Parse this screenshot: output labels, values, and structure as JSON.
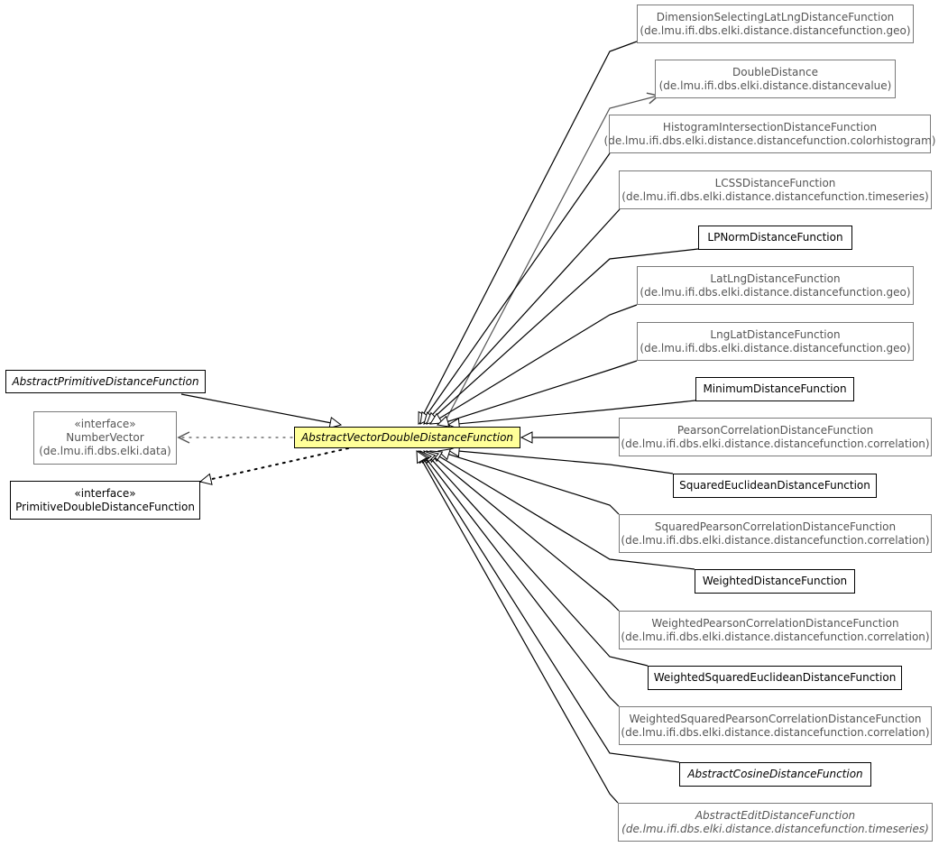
{
  "center": {
    "name": "AbstractVectorDoubleDistanceFunction",
    "italic": true
  },
  "supertypes": [
    {
      "id": "sup-1",
      "stereotype": "",
      "name": "AbstractPrimitiveDistanceFunction",
      "package": "",
      "italic": true,
      "external": false,
      "relation": "extends"
    },
    {
      "id": "sup-2",
      "stereotype": "«interface»",
      "name": "NumberVector",
      "package": "(de.lmu.ifi.dbs.elki.data)",
      "italic": false,
      "external": true,
      "relation": "uses"
    },
    {
      "id": "sup-3",
      "stereotype": "«interface»",
      "name": "PrimitiveDoubleDistanceFunction",
      "package": "",
      "italic": false,
      "external": false,
      "relation": "implements"
    }
  ],
  "subtypes": [
    {
      "id": "sub-1",
      "name": "DimensionSelectingLatLngDistanceFunction",
      "package": "(de.lmu.ifi.dbs.elki.distance.distancefunction.geo)",
      "italic": false,
      "external": true,
      "relation": "extends"
    },
    {
      "id": "sub-2",
      "name": "DoubleDistance",
      "package": "(de.lmu.ifi.dbs.elki.distance.distancevalue)",
      "italic": false,
      "external": true,
      "relation": "uses"
    },
    {
      "id": "sub-3",
      "name": "HistogramIntersectionDistanceFunction",
      "package": "(de.lmu.ifi.dbs.elki.distance.distancefunction.colorhistogram)",
      "italic": false,
      "external": true,
      "relation": "extends"
    },
    {
      "id": "sub-4",
      "name": "LCSSDistanceFunction",
      "package": "(de.lmu.ifi.dbs.elki.distance.distancefunction.timeseries)",
      "italic": false,
      "external": true,
      "relation": "extends"
    },
    {
      "id": "sub-5",
      "name": "LPNormDistanceFunction",
      "package": "",
      "italic": false,
      "external": false,
      "relation": "extends"
    },
    {
      "id": "sub-6",
      "name": "LatLngDistanceFunction",
      "package": "(de.lmu.ifi.dbs.elki.distance.distancefunction.geo)",
      "italic": false,
      "external": true,
      "relation": "extends"
    },
    {
      "id": "sub-7",
      "name": "LngLatDistanceFunction",
      "package": "(de.lmu.ifi.dbs.elki.distance.distancefunction.geo)",
      "italic": false,
      "external": true,
      "relation": "extends"
    },
    {
      "id": "sub-8",
      "name": "MinimumDistanceFunction",
      "package": "",
      "italic": false,
      "external": false,
      "relation": "extends"
    },
    {
      "id": "sub-9",
      "name": "PearsonCorrelationDistanceFunction",
      "package": "(de.lmu.ifi.dbs.elki.distance.distancefunction.correlation)",
      "italic": false,
      "external": true,
      "relation": "extends"
    },
    {
      "id": "sub-10",
      "name": "SquaredEuclideanDistanceFunction",
      "package": "",
      "italic": false,
      "external": false,
      "relation": "extends"
    },
    {
      "id": "sub-11",
      "name": "SquaredPearsonCorrelationDistanceFunction",
      "package": "(de.lmu.ifi.dbs.elki.distance.distancefunction.correlation)",
      "italic": false,
      "external": true,
      "relation": "extends"
    },
    {
      "id": "sub-12",
      "name": "WeightedDistanceFunction",
      "package": "",
      "italic": false,
      "external": false,
      "relation": "extends"
    },
    {
      "id": "sub-13",
      "name": "WeightedPearsonCorrelationDistanceFunction",
      "package": "(de.lmu.ifi.dbs.elki.distance.distancefunction.correlation)",
      "italic": false,
      "external": true,
      "relation": "extends"
    },
    {
      "id": "sub-14",
      "name": "WeightedSquaredEuclideanDistanceFunction",
      "package": "",
      "italic": false,
      "external": false,
      "relation": "extends"
    },
    {
      "id": "sub-15",
      "name": "WeightedSquaredPearsonCorrelationDistanceFunction",
      "package": "(de.lmu.ifi.dbs.elki.distance.distancefunction.correlation)",
      "italic": false,
      "external": true,
      "relation": "extends"
    },
    {
      "id": "sub-16",
      "name": "AbstractCosineDistanceFunction",
      "package": "",
      "italic": true,
      "external": false,
      "relation": "extends"
    },
    {
      "id": "sub-17",
      "name": "AbstractEditDistanceFunction",
      "package": "(de.lmu.ifi.dbs.elki.distance.distancefunction.timeseries)",
      "italic": true,
      "external": true,
      "relation": "extends"
    }
  ]
}
